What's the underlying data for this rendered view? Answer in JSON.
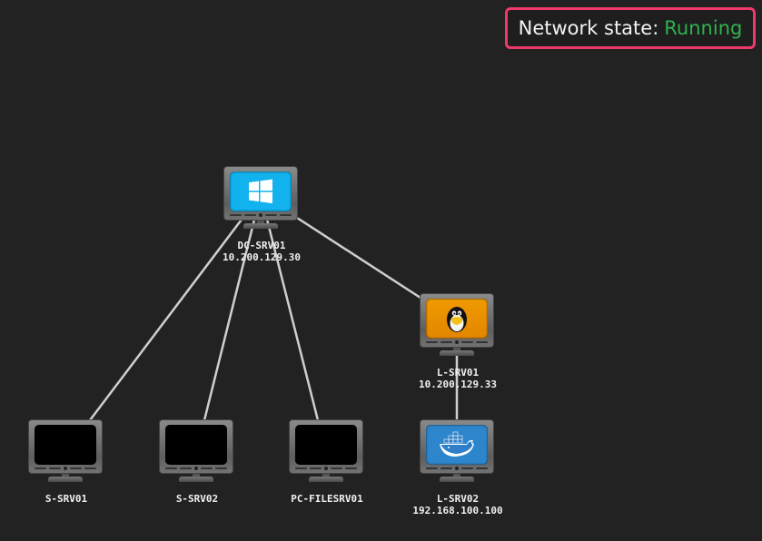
{
  "status": {
    "label": "Network state:",
    "value": "Running",
    "value_color": "#2fb24f",
    "border_color": "#ee3a6a"
  },
  "nodes": [
    {
      "id": "dc-srv01",
      "name": "DC-SRV01",
      "ip": "10.200.129.30",
      "os": "windows",
      "icon": "windows-logo-icon"
    },
    {
      "id": "l-srv01",
      "name": "L-SRV01",
      "ip": "10.200.129.33",
      "os": "linux",
      "icon": "tux-penguin-icon"
    },
    {
      "id": "s-srv01",
      "name": "S-SRV01",
      "ip": "",
      "os": "none",
      "icon": ""
    },
    {
      "id": "s-srv02",
      "name": "S-SRV02",
      "ip": "",
      "os": "none",
      "icon": ""
    },
    {
      "id": "pc-filesrv01",
      "name": "PC-FILESRV01",
      "ip": "",
      "os": "none",
      "icon": ""
    },
    {
      "id": "l-srv02",
      "name": "L-SRV02",
      "ip": "192.168.100.100",
      "os": "docker",
      "icon": "docker-whale-icon"
    }
  ],
  "links": [
    {
      "from": "dc-srv01",
      "to": "s-srv01"
    },
    {
      "from": "dc-srv01",
      "to": "s-srv02"
    },
    {
      "from": "dc-srv01",
      "to": "pc-filesrv01"
    },
    {
      "from": "dc-srv01",
      "to": "l-srv01"
    },
    {
      "from": "l-srv01",
      "to": "l-srv02"
    }
  ]
}
